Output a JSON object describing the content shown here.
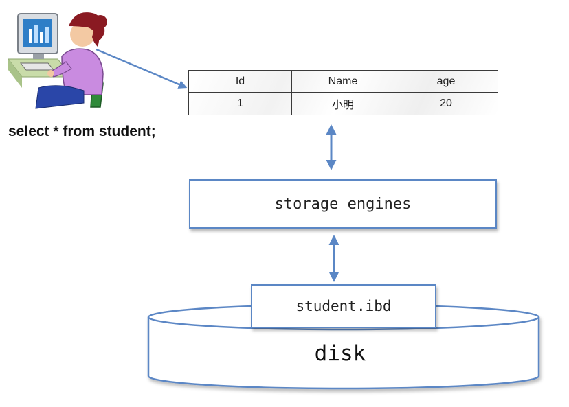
{
  "query": {
    "text": "select * from student;"
  },
  "result_table": {
    "headers": [
      "Id",
      "Name",
      "age"
    ],
    "rows": [
      [
        "1",
        "小明",
        "20"
      ]
    ]
  },
  "storage_engine": {
    "label": "storage engines"
  },
  "data_file": {
    "label": "student.ibd"
  },
  "disk": {
    "label": "disk"
  },
  "icons": {
    "user": "user-at-computer-icon",
    "arrows": "double-headed-arrow-icon"
  },
  "colors": {
    "accent_blue": "#5b87c5",
    "border_dark": "#3a3a3a"
  }
}
